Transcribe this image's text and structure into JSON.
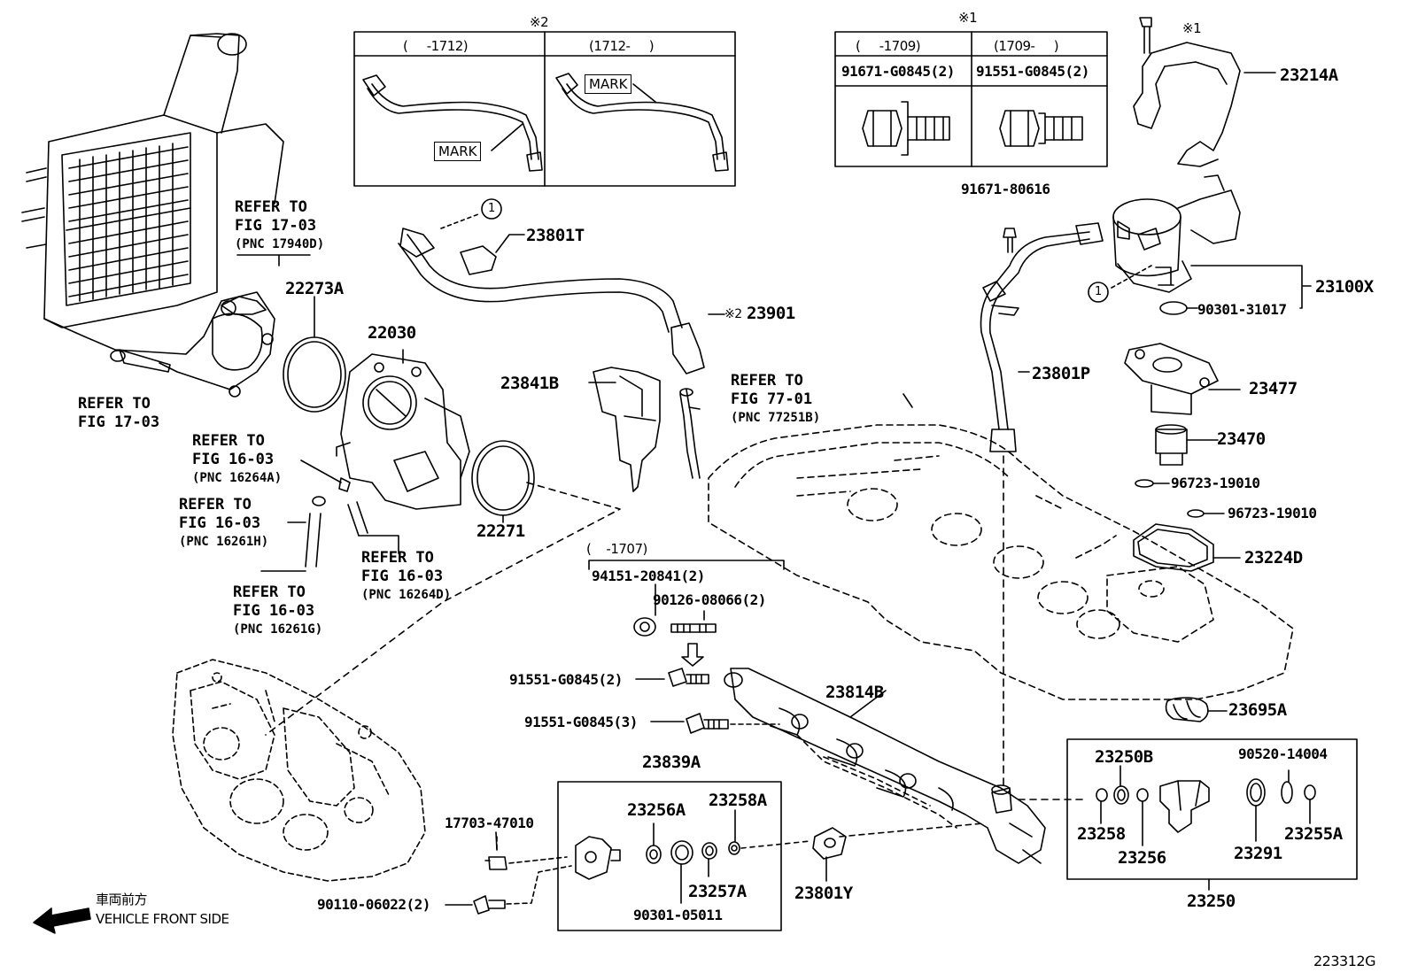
{
  "figure_code": "223312G",
  "direction": {
    "jp": "車両前方",
    "en": "VEHICLE FRONT SIDE"
  },
  "note_marks": {
    "note1": "※1",
    "note2": "※2"
  },
  "table_note2": {
    "col1_range": "(     -1712)",
    "col2_range": "(1712-     )",
    "mark": "MARK"
  },
  "table_note1": {
    "col1_range": "(     -1709)",
    "col2_range": "(1709-     )",
    "col1_part": "91671-G0845(2)",
    "col2_part": "91551-G0845(2)"
  },
  "circle_ref": "1",
  "parts": {
    "p23214A": "23214A",
    "p91671_80616": "91671-80616",
    "p23100X": "23100X",
    "p90301_31017": "90301-31017",
    "p23477": "23477",
    "p23470": "23470",
    "p96723_19010a": "96723-19010",
    "p96723_19010b": "96723-19010",
    "p23224D": "23224D",
    "p23801P": "23801P",
    "p23801T": "23801T",
    "p23901": "23901",
    "p23901_mark": "※2",
    "p22273A": "22273A",
    "p22030": "22030",
    "p23841B": "23841B",
    "p22271": "22271",
    "p23695A": "23695A",
    "p23814B": "23814B",
    "p23839A": "23839A",
    "p23250": "23250",
    "p23250B": "23250B",
    "p90520_14004": "90520-14004",
    "p23258": "23258",
    "p23256_r": "23256",
    "p23291": "23291",
    "p23255A": "23255A",
    "p23256A": "23256A",
    "p23258A": "23258A",
    "p23257A": "23257A",
    "p90301_05011": "90301-05011",
    "p23801Y": "23801Y",
    "p17703_47010": "17703-47010",
    "p90110_06022": "90110-06022(2)",
    "p91551_G0845_2": "91551-G0845(2)",
    "p91551_G0845_3": "91551-G0845(3)",
    "p94151_20841": "94151-20841(2)",
    "p90126_08066": "90126-08066(2)",
    "range_1707": "(    -1707)"
  },
  "refs": {
    "r1703_top": {
      "l1": "REFER TO",
      "l2": "FIG 17-03",
      "l3": "(PNC 17940D)"
    },
    "r1703_left": {
      "l1": "REFER TO",
      "l2": "FIG 17-03"
    },
    "r7701": {
      "l1": "REFER TO",
      "l2": "FIG 77-01",
      "l3": "(PNC 77251B)"
    },
    "r16264A": {
      "l1": "REFER TO",
      "l2": "FIG 16-03",
      "l3": "(PNC 16264A)"
    },
    "r16261H": {
      "l1": "REFER TO",
      "l2": "FIG 16-03",
      "l3": "(PNC 16261H)"
    },
    "r16264D": {
      "l1": "REFER TO",
      "l2": "FIG 16-03",
      "l3": "(PNC 16264D)"
    },
    "r16261G": {
      "l1": "REFER TO",
      "l2": "FIG 16-03",
      "l3": "(PNC 16261G)"
    }
  }
}
